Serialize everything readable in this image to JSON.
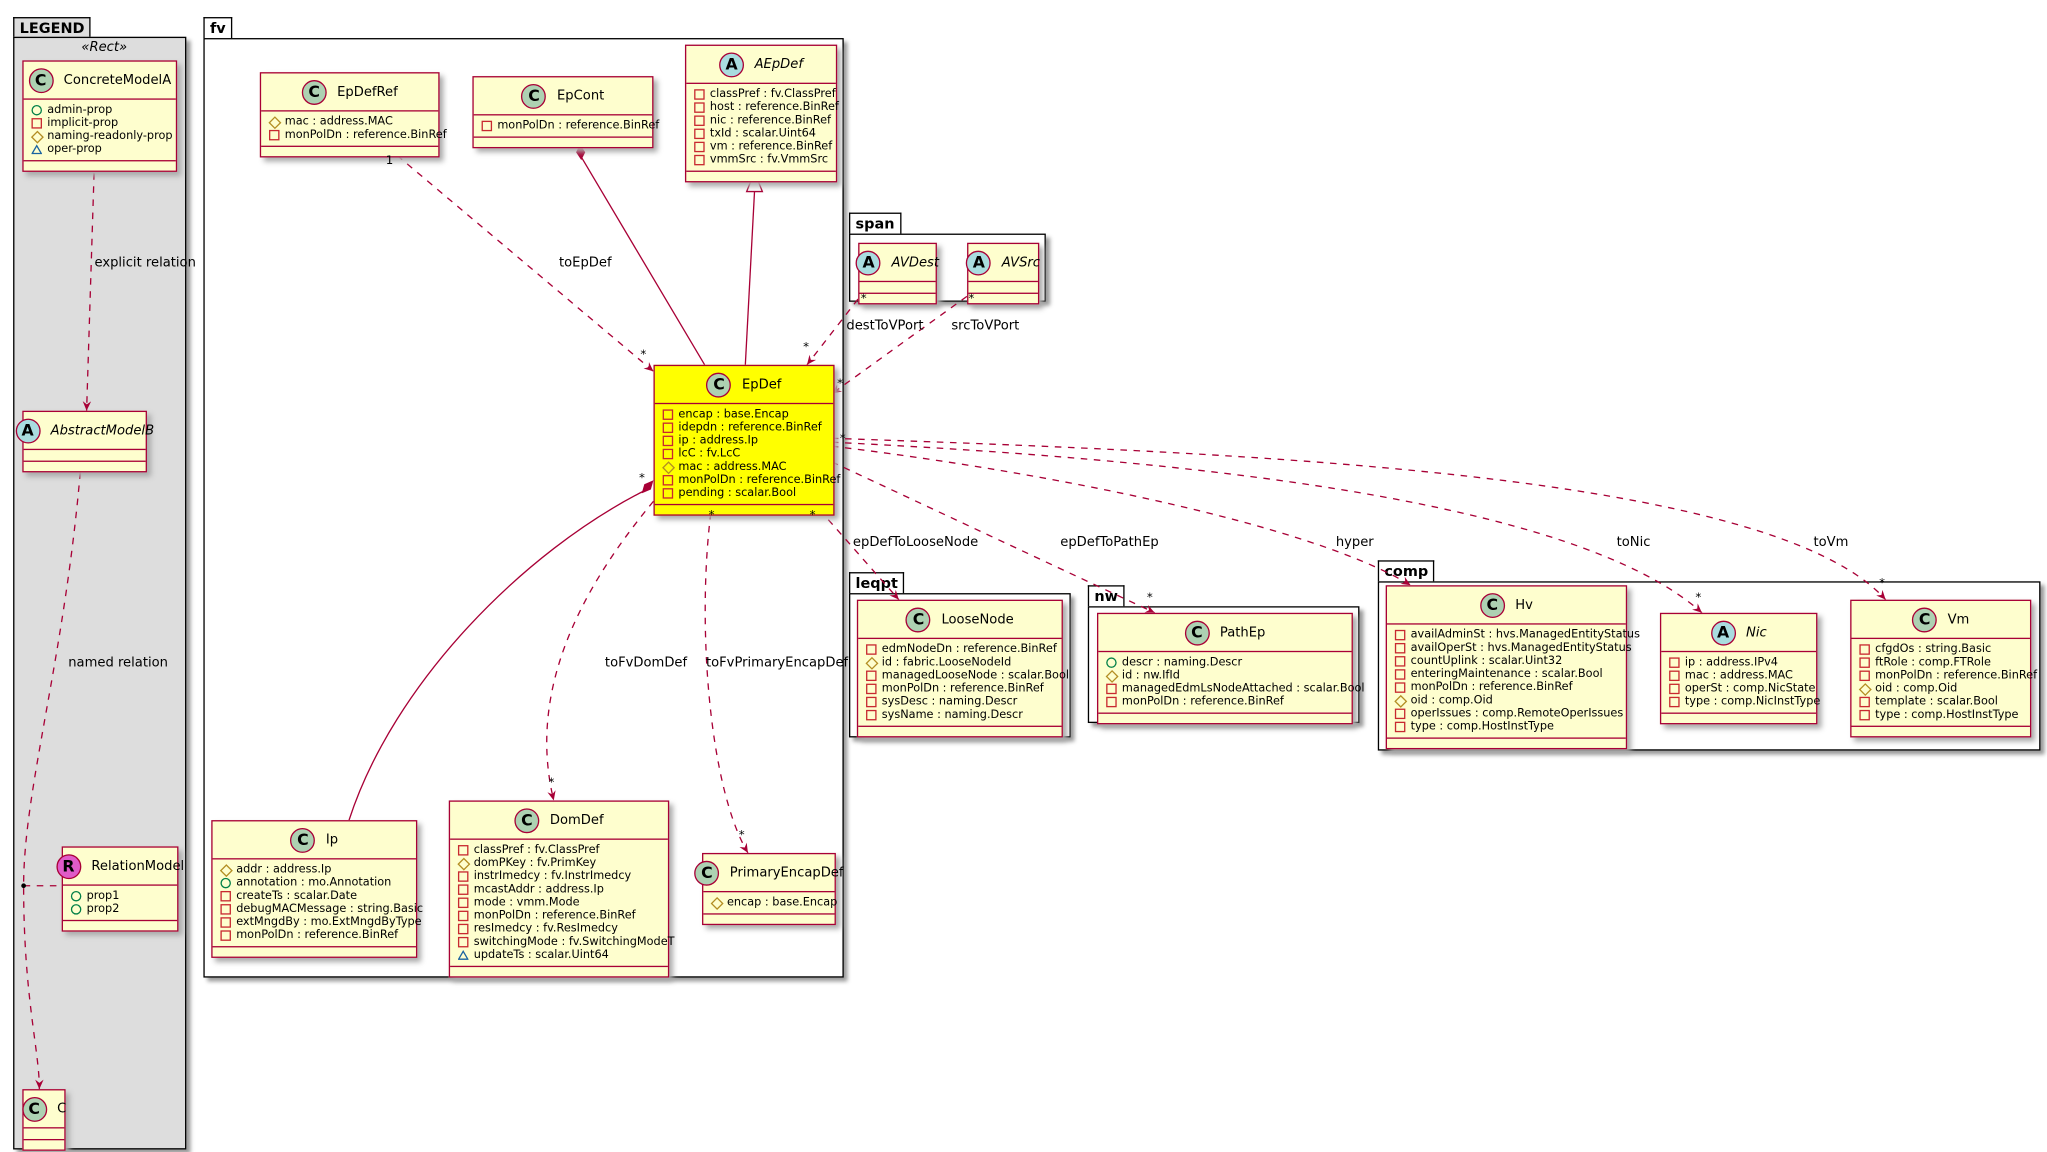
{
  "packages": {
    "legend": "LEGEND",
    "fv": "fv",
    "span": "span",
    "leqpt": "leqpt",
    "nw": "nw",
    "comp": "comp"
  },
  "legend": {
    "stereotype": "«Rect»",
    "explicit_relation": "explicit relation",
    "named_relation": "named relation"
  },
  "colors": {
    "class_fill": "#fefece",
    "highlight_fill": "#ffff00",
    "border": "#a80036",
    "legend_fill": "#dddddd"
  },
  "classes": {
    "ConcreteModelA": {
      "kind": "C",
      "name": "ConcreteModelA",
      "attrs": [
        [
          "+",
          "admin-prop"
        ],
        [
          "-",
          "implicit-prop"
        ],
        [
          "#",
          "naming-readonly-prop"
        ],
        [
          "~",
          "oper-prop"
        ]
      ]
    },
    "AbstractModelB": {
      "kind": "A",
      "name": "AbstractModelB",
      "attrs": []
    },
    "RelationModel": {
      "kind": "R",
      "name": "RelationModel",
      "attrs": [
        [
          "+",
          "prop1"
        ],
        [
          "+",
          "prop2"
        ]
      ]
    },
    "C": {
      "kind": "C",
      "name": "C",
      "attrs": []
    },
    "EpDefRef": {
      "kind": "C",
      "name": "EpDefRef",
      "attrs": [
        [
          "#",
          "mac : address.MAC"
        ],
        [
          "-",
          "monPolDn : reference.BinRef"
        ]
      ]
    },
    "EpCont": {
      "kind": "C",
      "name": "EpCont",
      "attrs": [
        [
          "-",
          "monPolDn : reference.BinRef"
        ]
      ]
    },
    "AEpDef": {
      "kind": "A",
      "name": "AEpDef",
      "attrs": [
        [
          "-",
          "classPref : fv.ClassPref"
        ],
        [
          "-",
          "host : reference.BinRef"
        ],
        [
          "-",
          "nic : reference.BinRef"
        ],
        [
          "-",
          "txId : scalar.Uint64"
        ],
        [
          "-",
          "vm : reference.BinRef"
        ],
        [
          "-",
          "vmmSrc : fv.VmmSrc"
        ]
      ]
    },
    "EpDef": {
      "kind": "C",
      "name": "EpDef",
      "highlight": true,
      "attrs": [
        [
          "-",
          "encap : base.Encap"
        ],
        [
          "-",
          "idepdn : reference.BinRef"
        ],
        [
          "-",
          "ip : address.Ip"
        ],
        [
          "-",
          "lcC : fv.LcC"
        ],
        [
          "#",
          "mac : address.MAC"
        ],
        [
          "-",
          "monPolDn : reference.BinRef"
        ],
        [
          "-",
          "pending : scalar.Bool"
        ]
      ]
    },
    "Ip": {
      "kind": "C",
      "name": "Ip",
      "attrs": [
        [
          "#",
          "addr : address.Ip"
        ],
        [
          "+",
          "annotation : mo.Annotation"
        ],
        [
          "-",
          "createTs : scalar.Date"
        ],
        [
          "-",
          "debugMACMessage : string.Basic"
        ],
        [
          "-",
          "extMngdBy : mo.ExtMngdByType"
        ],
        [
          "-",
          "monPolDn : reference.BinRef"
        ]
      ]
    },
    "DomDef": {
      "kind": "C",
      "name": "DomDef",
      "attrs": [
        [
          "-",
          "classPref : fv.ClassPref"
        ],
        [
          "#",
          "domPKey : fv.PrimKey"
        ],
        [
          "-",
          "instrImedcy : fv.InstrImedcy"
        ],
        [
          "-",
          "mcastAddr : address.Ip"
        ],
        [
          "-",
          "mode : vmm.Mode"
        ],
        [
          "-",
          "monPolDn : reference.BinRef"
        ],
        [
          "-",
          "resImedcy : fv.ResImedcy"
        ],
        [
          "-",
          "switchingMode : fv.SwitchingModeT"
        ],
        [
          "~",
          "updateTs : scalar.Uint64"
        ]
      ]
    },
    "PrimaryEncapDef": {
      "kind": "C",
      "name": "PrimaryEncapDef",
      "attrs": [
        [
          "#",
          "encap : base.Encap"
        ]
      ]
    },
    "AVDest": {
      "kind": "A",
      "name": "AVDest",
      "attrs": []
    },
    "AVSrc": {
      "kind": "A",
      "name": "AVSrc",
      "attrs": []
    },
    "LooseNode": {
      "kind": "C",
      "name": "LooseNode",
      "attrs": [
        [
          "-",
          "edmNodeDn : reference.BinRef"
        ],
        [
          "#",
          "id : fabric.LooseNodeId"
        ],
        [
          "-",
          "managedLooseNode : scalar.Bool"
        ],
        [
          "-",
          "monPolDn : reference.BinRef"
        ],
        [
          "-",
          "sysDesc : naming.Descr"
        ],
        [
          "-",
          "sysName : naming.Descr"
        ]
      ]
    },
    "PathEp": {
      "kind": "C",
      "name": "PathEp",
      "attrs": [
        [
          "+",
          "descr : naming.Descr"
        ],
        [
          "#",
          "id : nw.IfId"
        ],
        [
          "-",
          "managedEdmLsNodeAttached : scalar.Bool"
        ],
        [
          "-",
          "monPolDn : reference.BinRef"
        ]
      ]
    },
    "Hv": {
      "kind": "C",
      "name": "Hv",
      "attrs": [
        [
          "-",
          "availAdminSt : hvs.ManagedEntityStatus"
        ],
        [
          "-",
          "availOperSt : hvs.ManagedEntityStatus"
        ],
        [
          "-",
          "countUplink : scalar.Uint32"
        ],
        [
          "-",
          "enteringMaintenance : scalar.Bool"
        ],
        [
          "-",
          "monPolDn : reference.BinRef"
        ],
        [
          "#",
          "oid : comp.Oid"
        ],
        [
          "-",
          "operIssues : comp.RemoteOperIssues"
        ],
        [
          "-",
          "type : comp.HostInstType"
        ]
      ]
    },
    "Nic": {
      "kind": "A",
      "name": "Nic",
      "attrs": [
        [
          "-",
          "ip : address.IPv4"
        ],
        [
          "-",
          "mac : address.MAC"
        ],
        [
          "-",
          "operSt : comp.NicState"
        ],
        [
          "-",
          "type : comp.NicInstType"
        ]
      ]
    },
    "Vm": {
      "kind": "C",
      "name": "Vm",
      "attrs": [
        [
          "-",
          "cfgdOs : string.Basic"
        ],
        [
          "-",
          "ftRole : comp.FTRole"
        ],
        [
          "-",
          "monPolDn : reference.BinRef"
        ],
        [
          "#",
          "oid : comp.Oid"
        ],
        [
          "-",
          "template : scalar.Bool"
        ],
        [
          "-",
          "type : comp.HostInstType"
        ]
      ]
    }
  },
  "relations": {
    "toEpDef": "toEpDef",
    "destToVPort": "destToVPort",
    "srcToVPort": "srcToVPort",
    "epDefToLooseNode": "epDefToLooseNode",
    "epDefToPathEp": "epDefToPathEp",
    "hyper": "hyper",
    "toNic": "toNic",
    "toVm": "toVm",
    "toFvDomDef": "toFvDomDef",
    "toFvPrimaryEncapDef": "toFvPrimaryEncapDef"
  },
  "multiplicities": {
    "one": "1",
    "many": "*"
  }
}
